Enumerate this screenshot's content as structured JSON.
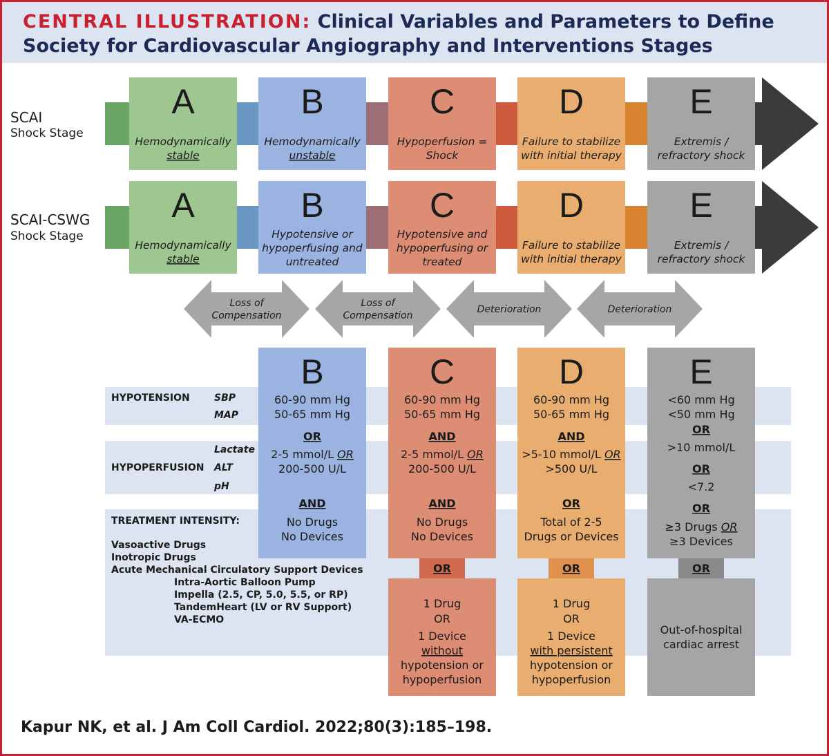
{
  "header": {
    "label": "CENTRAL ILLUSTRATION:",
    "title_line1": "Clinical Variables and Parameters to Define",
    "title_line2": "Society for Cardiovascular Angiography and Interventions Stages"
  },
  "colors": {
    "A": "#9dc690",
    "B": "#9bb3e0",
    "C": "#dc8d73",
    "D": "#e8ad6f",
    "E": "#a5a5a5",
    "arrow_head": "#3b3b3b",
    "band": "#dce4f1",
    "title_red": "#c8202f",
    "title_navy": "#1c2a55"
  },
  "rows": [
    {
      "label_main": "SCAI",
      "label_sub": "Shock Stage",
      "stages": [
        {
          "letter": "A",
          "lines": [
            {
              "text": "Hemodynamically"
            },
            {
              "text": "stable",
              "underline": true
            }
          ]
        },
        {
          "letter": "B",
          "lines": [
            {
              "text": "Hemodynamically"
            },
            {
              "text": "unstable",
              "underline": true
            }
          ]
        },
        {
          "letter": "C",
          "lines": [
            {
              "text": "Hypoperfusion ="
            },
            {
              "text": "Shock"
            }
          ]
        },
        {
          "letter": "D",
          "lines": [
            {
              "text": "Failure to stabilize"
            },
            {
              "text": "with initial therapy"
            }
          ]
        },
        {
          "letter": "E",
          "lines": [
            {
              "text": "Extremis /"
            },
            {
              "text": "refractory shock"
            }
          ]
        }
      ]
    },
    {
      "label_main": "SCAI-CSWG",
      "label_sub": "Shock Stage",
      "stages": [
        {
          "letter": "A",
          "lines": [
            {
              "text": "Hemodynamically"
            },
            {
              "text": "stable",
              "underline": true
            }
          ]
        },
        {
          "letter": "B",
          "lines": [
            {
              "text": "Hypotensive or"
            },
            {
              "text": "hypoperfusing and"
            },
            {
              "text": "untreated"
            }
          ]
        },
        {
          "letter": "C",
          "lines": [
            {
              "text": "Hypotensive and"
            },
            {
              "text": "hypoperfusing or"
            },
            {
              "text": "treated"
            }
          ]
        },
        {
          "letter": "D",
          "lines": [
            {
              "text": "Failure to stabilize"
            },
            {
              "text": "with initial therapy"
            }
          ]
        },
        {
          "letter": "E",
          "lines": [
            {
              "text": "Extremis /"
            },
            {
              "text": "refractory shock"
            }
          ]
        }
      ]
    }
  ],
  "transitions": [
    {
      "lines": [
        "Loss of",
        "Compensation"
      ]
    },
    {
      "lines": [
        "Loss of",
        "Compensation"
      ]
    },
    {
      "lines": [
        "Deterioration"
      ]
    },
    {
      "lines": [
        "Deterioration"
      ]
    }
  ],
  "criteria": {
    "labels": {
      "hypotension": "HYPOTENSION",
      "sbp": "SBP",
      "map": "MAP",
      "hypoperfusion": "HYPOPERFUSION",
      "lactate": "Lactate",
      "alt": "ALT",
      "ph": "pH",
      "treatment": "TREATMENT INTENSITY:",
      "treatment_items": [
        "Vasoactive Drugs",
        "Inotropic Drugs",
        "Acute Mechanical Circulatory Support Devices"
      ],
      "device_items": [
        "Intra-Aortic Balloon Pump",
        "Impella (2.5, CP, 5.0, 5.5, or RP)",
        "TandemHeart (LV or RV Support)",
        "VA-ECMO"
      ]
    },
    "columns": [
      {
        "letter": "B",
        "lines": [
          {
            "segs": [
              {
                "t": "60-90 mm Hg"
              }
            ]
          },
          {
            "segs": [
              {
                "t": "50-65 mm Hg"
              }
            ]
          },
          {
            "segs": [
              {
                "t": "OR",
                "b": true,
                "u": true
              }
            ]
          },
          {
            "segs": [
              {
                "t": "2-5 mmol/L "
              },
              {
                "t": "OR",
                "i": true,
                "u": true
              }
            ]
          },
          {
            "segs": [
              {
                "t": "200-500 U/L"
              }
            ]
          },
          {
            "segs": [
              {
                "t": "AND",
                "b": true,
                "u": true
              }
            ]
          },
          {
            "segs": [
              {
                "t": "No Drugs"
              }
            ]
          },
          {
            "segs": [
              {
                "t": "No Devices"
              }
            ]
          }
        ]
      },
      {
        "letter": "C",
        "lines": [
          {
            "segs": [
              {
                "t": "60-90 mm Hg"
              }
            ]
          },
          {
            "segs": [
              {
                "t": "50-65 mm Hg"
              }
            ]
          },
          {
            "segs": [
              {
                "t": "AND",
                "b": true,
                "u": true
              }
            ]
          },
          {
            "segs": [
              {
                "t": "2-5 mmol/L "
              },
              {
                "t": "OR",
                "i": true,
                "u": true
              }
            ]
          },
          {
            "segs": [
              {
                "t": "200-500 U/L"
              }
            ]
          },
          {
            "segs": [
              {
                "t": "AND",
                "b": true,
                "u": true
              }
            ]
          },
          {
            "segs": [
              {
                "t": "No Drugs"
              }
            ]
          },
          {
            "segs": [
              {
                "t": "No Devices"
              }
            ]
          }
        ],
        "or_label": "OR",
        "extra_lines": [
          {
            "segs": [
              {
                "t": "1 Drug"
              }
            ]
          },
          {
            "segs": [
              {
                "t": "OR"
              }
            ]
          },
          {
            "segs": [
              {
                "t": "1 Device"
              }
            ]
          },
          {
            "segs": [
              {
                "t": "without",
                "u": true
              }
            ]
          },
          {
            "segs": [
              {
                "t": "hypotension or"
              }
            ]
          },
          {
            "segs": [
              {
                "t": "hypoperfusion"
              }
            ]
          }
        ]
      },
      {
        "letter": "D",
        "lines": [
          {
            "segs": [
              {
                "t": "60-90 mm Hg"
              }
            ]
          },
          {
            "segs": [
              {
                "t": "50-65 mm Hg"
              }
            ]
          },
          {
            "segs": [
              {
                "t": "AND",
                "b": true,
                "u": true
              }
            ]
          },
          {
            "segs": [
              {
                "t": ">5-10 mmol/L "
              },
              {
                "t": "OR",
                "i": true,
                "u": true
              }
            ]
          },
          {
            "segs": [
              {
                "t": ">500 U/L"
              }
            ]
          },
          {
            "segs": [
              {
                "t": "OR",
                "b": true,
                "u": true
              }
            ]
          },
          {
            "segs": [
              {
                "t": "Total of 2-5"
              }
            ]
          },
          {
            "segs": [
              {
                "t": "Drugs or Devices"
              }
            ]
          }
        ],
        "or_label": "OR",
        "extra_lines": [
          {
            "segs": [
              {
                "t": "1 Drug"
              }
            ]
          },
          {
            "segs": [
              {
                "t": "OR"
              }
            ]
          },
          {
            "segs": [
              {
                "t": "1 Device"
              }
            ]
          },
          {
            "segs": [
              {
                "t": "with persistent",
                "u": true
              }
            ]
          },
          {
            "segs": [
              {
                "t": "hypotension or"
              }
            ]
          },
          {
            "segs": [
              {
                "t": "hypoperfusion"
              }
            ]
          }
        ]
      },
      {
        "letter": "E",
        "lines": [
          {
            "segs": [
              {
                "t": "<60 mm Hg"
              }
            ]
          },
          {
            "segs": [
              {
                "t": "<50 mm Hg"
              }
            ]
          },
          {
            "segs": [
              {
                "t": "OR",
                "b": true,
                "u": true
              }
            ]
          },
          {
            "segs": [
              {
                "t": ">10 mmol/L"
              }
            ]
          },
          {
            "segs": [
              {
                "t": "OR",
                "b": true,
                "u": true
              }
            ]
          },
          {
            "segs": [
              {
                "t": "<7.2"
              }
            ]
          },
          {
            "segs": [
              {
                "t": "OR",
                "b": true,
                "u": true
              }
            ]
          },
          {
            "segs": [
              {
                "t": "≥3 Drugs "
              },
              {
                "t": "OR",
                "i": true,
                "u": true
              }
            ]
          },
          {
            "segs": [
              {
                "t": "≥3 Devices"
              }
            ]
          }
        ],
        "or_label": "OR",
        "extra_lines": [
          {
            "segs": [
              {
                "t": "Out-of-hospital"
              }
            ]
          },
          {
            "segs": [
              {
                "t": "cardiac arrest"
              }
            ]
          }
        ]
      }
    ]
  },
  "footer": {
    "citation": "Kapur NK, et al. J Am Coll Cardiol. 2022;80(3):185–198."
  }
}
